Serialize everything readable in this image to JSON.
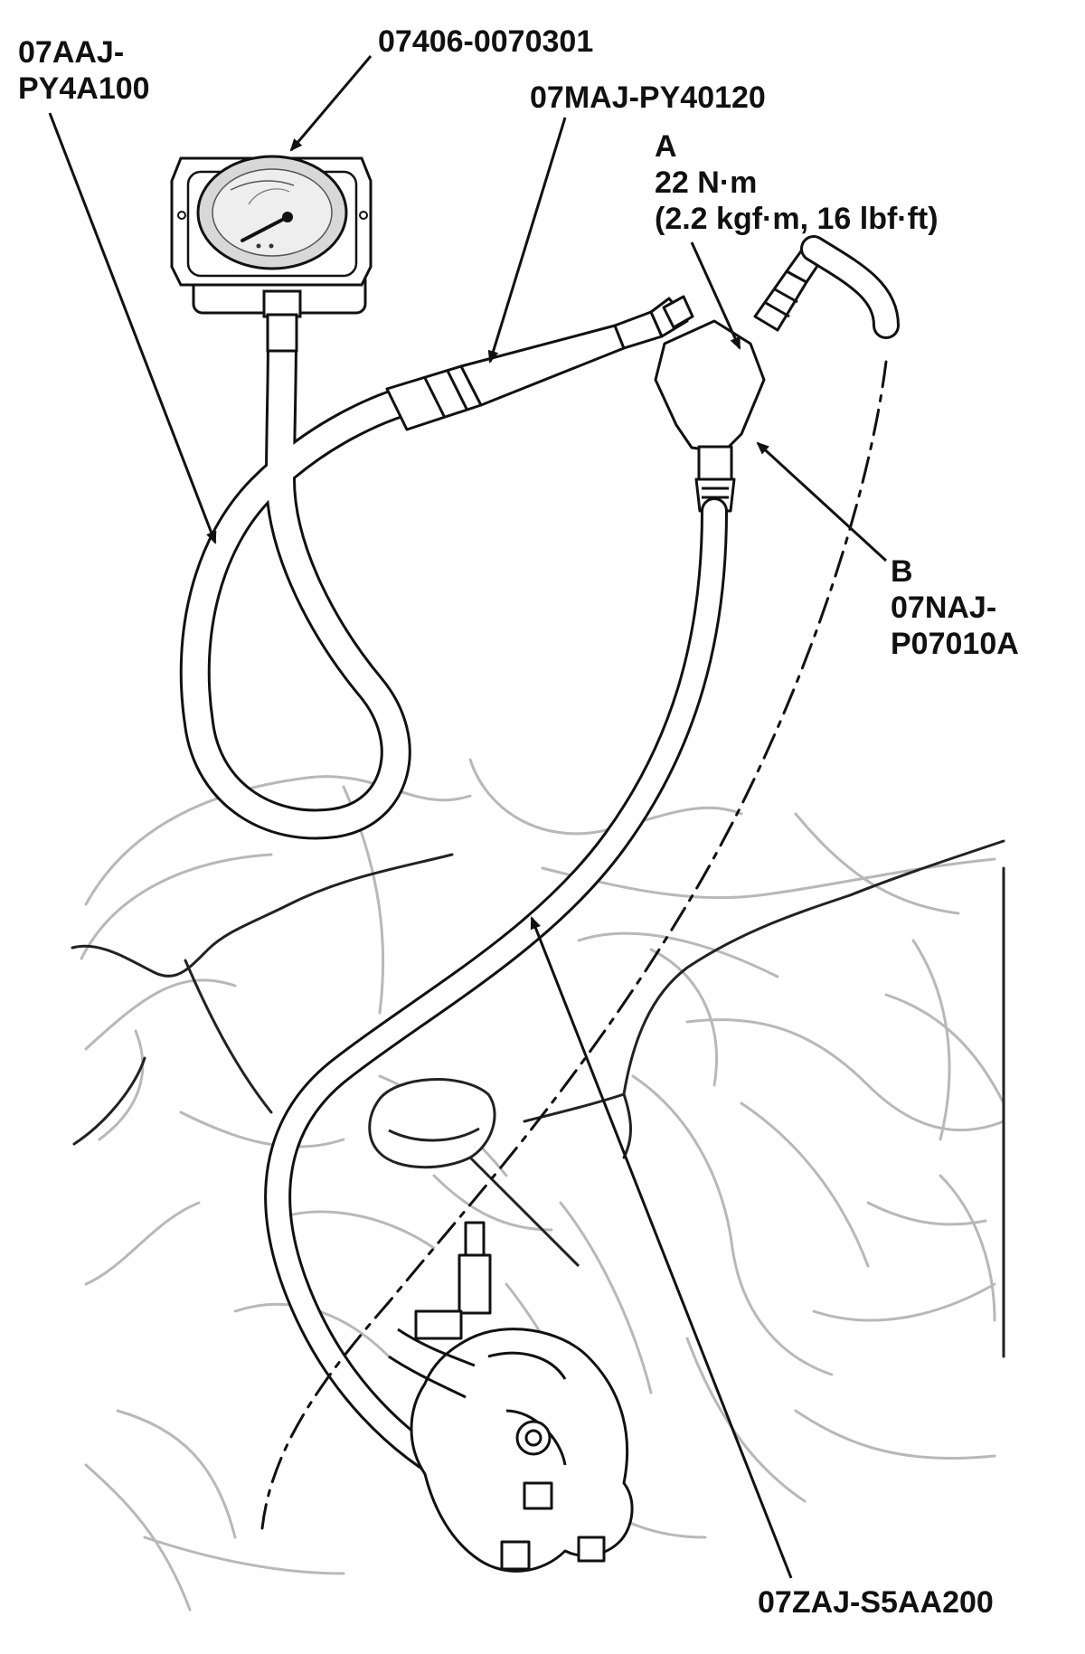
{
  "callouts": {
    "hose_07aaj": [
      "07AAJ-",
      "PY4A100"
    ],
    "gauge_07406": [
      "07406-0070301"
    ],
    "adapter_07maj": [
      "07MAJ-PY40120"
    ],
    "fitting_a": [
      "A",
      "22 N·m",
      "(2.2 kgf·m, 16 lbf·ft)"
    ],
    "adapter_b": [
      "B",
      "07NAJ-",
      "P07010A"
    ],
    "hose_07zaj": [
      "07ZAJ-S5AA200"
    ]
  },
  "colors": {
    "ink": "#111111",
    "background_lines": "#b8b8b8",
    "gauge_face": "#d8d8d8"
  }
}
